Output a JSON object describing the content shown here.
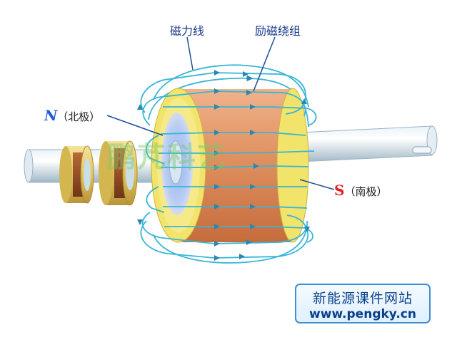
{
  "labels": {
    "field_lines": "磁力线",
    "winding": "励磁绕组",
    "north_letter": "N",
    "north_text": "（北极）",
    "south_letter": "S",
    "south_text": "（南极）"
  },
  "watermark": "鹏芃科艺",
  "site": {
    "name": "新能源课件网站",
    "url": "www.pengky.cn"
  },
  "colors": {
    "field_line": "#37b6d6",
    "pointer": "#1f4f9a",
    "coil": "#e08b5e",
    "pole_face": "#f2e36a",
    "shaft": "#cfe1ec",
    "slip_ring": "#e6c866",
    "north": "#1e5bd8",
    "south": "#e02020"
  }
}
